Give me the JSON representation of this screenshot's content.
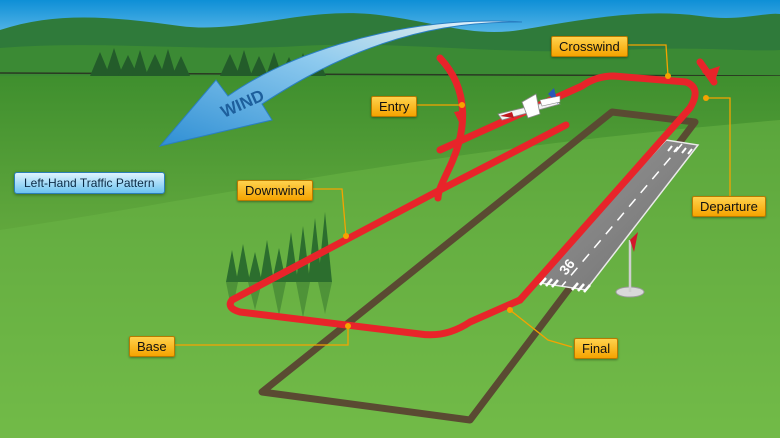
{
  "diagram": {
    "title": "Left-Hand Traffic Pattern",
    "wind_label": "WIND",
    "runway_number": "36",
    "legs": {
      "entry": "Entry",
      "crosswind": "Crosswind",
      "downwind": "Downwind",
      "departure": "Departure",
      "base": "Base",
      "final": "Final"
    },
    "colors": {
      "pattern_line": "#e8242a",
      "label_fill": "#f5b000",
      "wind_arrow": "#4aa3df",
      "grass": "#6fb043"
    }
  }
}
